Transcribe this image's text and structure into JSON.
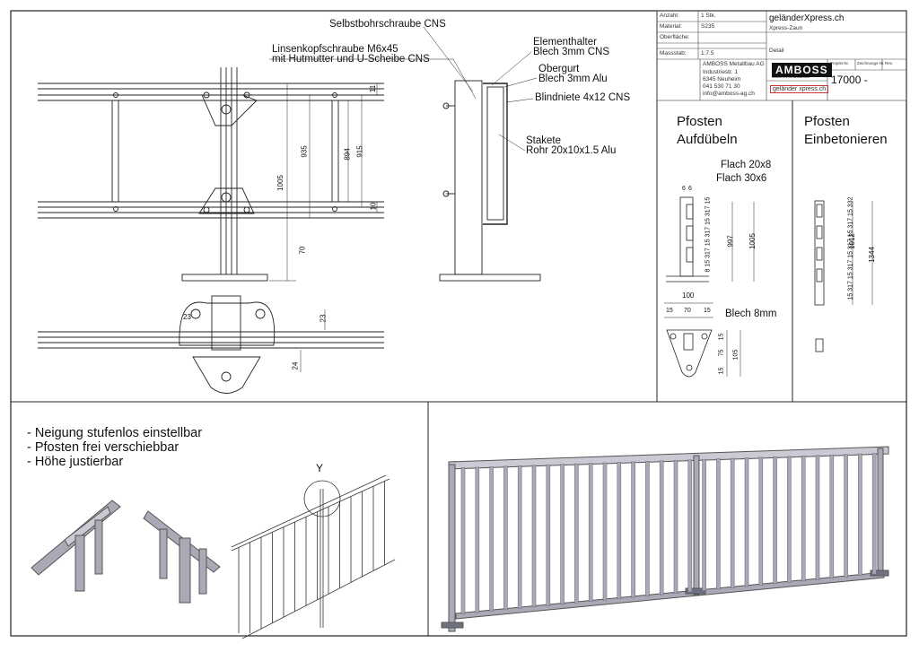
{
  "title_block": {
    "rows": [
      {
        "label": "Anzahl:",
        "value": "1 Stk."
      },
      {
        "label": "Material:",
        "value": "S235"
      },
      {
        "label": "Oberfläche:",
        "value": ""
      },
      {
        "label": "",
        "value": ""
      },
      {
        "label": "Massstab:",
        "value": "1:7.5"
      }
    ],
    "brand_title": "geländerXpress.ch",
    "brand_subtitle": "Xpress-Zaun",
    "detail_label": "Detail",
    "company_name": "AMBOSS Metallbau AG",
    "company_street": "Industriestr. 1",
    "company_city": "6345 Neuheim",
    "company_phone": "041 530 71 30",
    "company_email": "info@amboss-ag.ch",
    "logo_text": "AMBOSS",
    "logo_sub": "AMBOSS Metallbau AG",
    "web_logo": "geländer xpress.ch",
    "col_projekt": "Projekt Nr.",
    "col_zeichnung": "Zeichnungs-Nr.",
    "col_rev": "Rev.",
    "drawing_number": "17000 -"
  },
  "annotations": {
    "selbstbohr": "Selbstbohrschraube CNS",
    "linsenkopf_1": "Linsenkopfschraube M6x45",
    "linsenkopf_2": "mit Hutmutter und U-Scheibe CNS",
    "elementhalter_1": "Elementhalter",
    "elementhalter_2": "Blech 3mm CNS",
    "obergurt_1": "Obergurt",
    "obergurt_2": "Blech 3mm Alu",
    "blindniete": "Blindniete 4x12 CNS",
    "stakete_1": "Stakete",
    "stakete_2": "Rohr 20x10x1.5 Alu",
    "flach_20x8": "Flach 20x8",
    "flach_30x6": "Flach 30x6",
    "blech_8mm": "Blech 8mm"
  },
  "dimensions": {
    "front": [
      "1005",
      "935",
      "894",
      "915",
      "11",
      "10",
      "70"
    ],
    "plan": [
      "23",
      "23",
      "24"
    ],
    "aufduebeln": [
      "6",
      "6",
      "15",
      "317",
      "15",
      "317",
      "15",
      "317",
      "15",
      "8",
      "997",
      "1005"
    ],
    "plate": [
      "100",
      "15",
      "70",
      "15",
      "15",
      "75",
      "15",
      "105"
    ],
    "einbetonieren": [
      "15",
      "317",
      "15",
      "317",
      "15",
      "317",
      "15",
      "317",
      "15",
      "332",
      "1012",
      "1344"
    ]
  },
  "sections": {
    "aufduebeln_1": "Pfosten",
    "aufduebeln_2": "Aufdübeln",
    "einbetonieren_1": "Pfosten",
    "einbetonieren_2": "Einbetonieren"
  },
  "features": [
    "- Neigung stufenlos einstellbar",
    "- Pfosten frei verschiebbar",
    "- Höhe justierbar"
  ],
  "detail_marker": "Y",
  "colors": {
    "line": "#222222",
    "metal": "#a9aab6",
    "metal_dark": "#6f7080",
    "rail_top": "#c9cad3"
  }
}
